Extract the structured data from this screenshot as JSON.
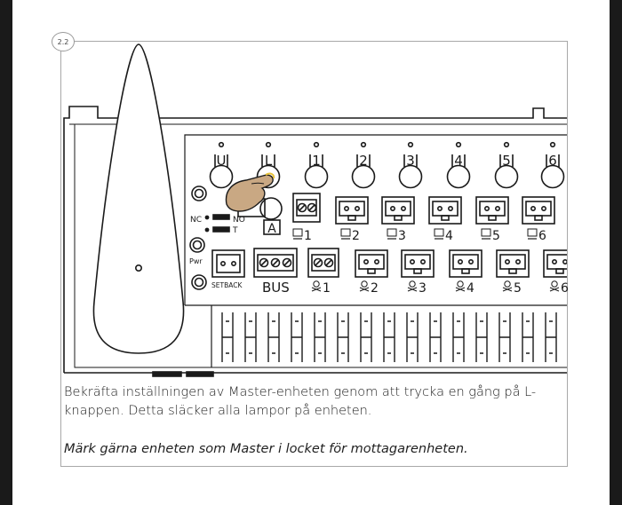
{
  "step_number": "2.2",
  "device": {
    "top_buttons": [
      "U",
      "L",
      "1",
      "2",
      "3",
      "4",
      "5",
      "6"
    ],
    "center_button": "A",
    "nc_label": "NC",
    "no_label": "NO",
    "t_label": "T",
    "pwr_label": "Pwr",
    "setback_label": "SETBACK",
    "bus_label": "BUS",
    "output_numbers": [
      "1",
      "2",
      "3",
      "4",
      "5",
      "6"
    ],
    "pump_numbers": [
      "1",
      "2",
      "3",
      "4",
      "5",
      "6"
    ]
  },
  "text": {
    "instruction": "Bekräfta inställningen av Master-enheten genom att trycka en gång på L-knappen. Detta släcker alla lampor på enheten.",
    "note": "Märk gärna enheten som Master i locket för mottagarenheten."
  }
}
